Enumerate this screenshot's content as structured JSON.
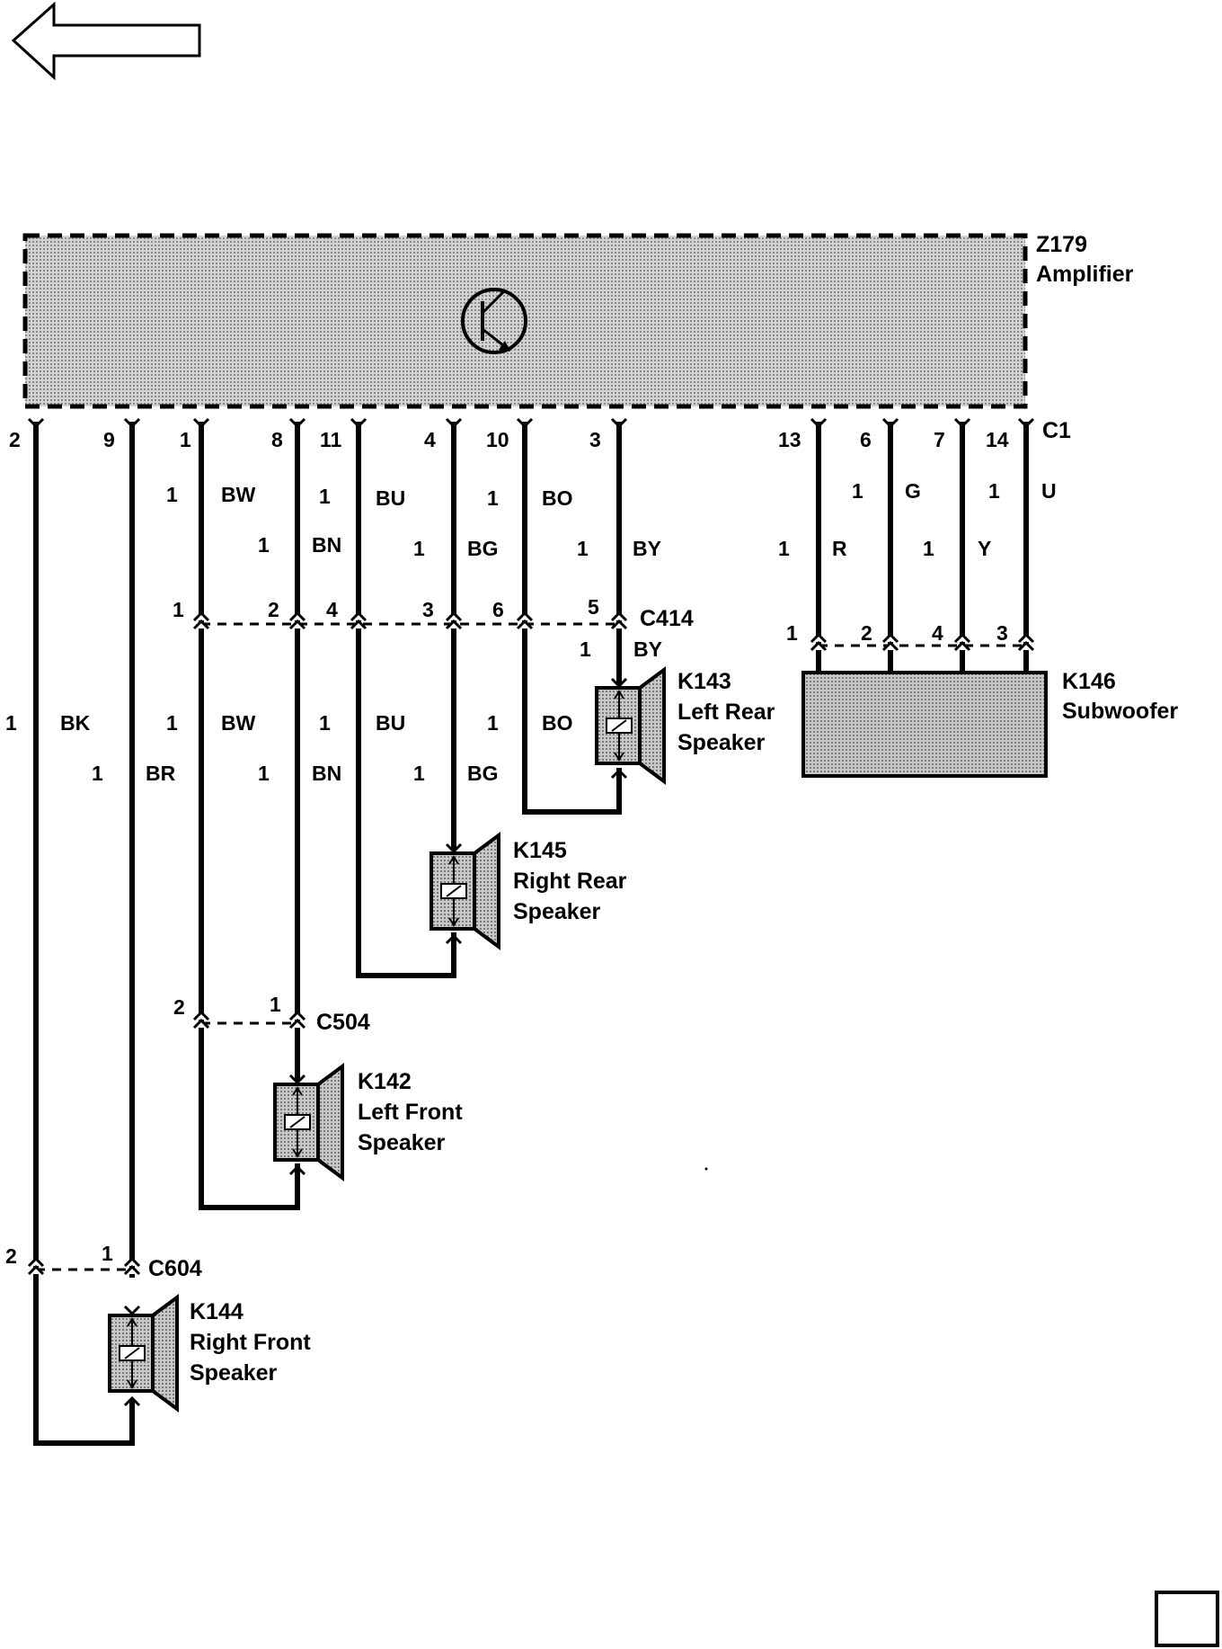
{
  "amplifier": {
    "id": "Z179",
    "name": "Amplifier",
    "connector": "C1"
  },
  "pins": {
    "p2": "2",
    "p9": "9",
    "p1": "1",
    "p8": "8",
    "p11": "11",
    "p4": "4",
    "p10": "10",
    "p3": "3",
    "p13": "13",
    "p6": "6",
    "p7": "7",
    "p14": "14"
  },
  "wires_upper": {
    "bw_size": "1",
    "bw": "BW",
    "bn_size": "1",
    "bn": "BN",
    "bu_size": "1",
    "bu": "BU",
    "bg_size": "1",
    "bg": "BG",
    "bo_size": "1",
    "bo": "BO",
    "by_size": "1",
    "by": "BY",
    "r_size": "1",
    "r": "R",
    "g_size": "1",
    "g": "G",
    "y_size": "1",
    "y": "Y",
    "u_size": "1",
    "u": "U"
  },
  "connector_c414": {
    "id": "C414",
    "pins": [
      "1",
      "2",
      "4",
      "3",
      "6",
      "5"
    ],
    "by_size": "1",
    "by": "BY"
  },
  "subwoofer_connector": {
    "pins": [
      "1",
      "2",
      "4",
      "3"
    ]
  },
  "subwoofer": {
    "id": "K146",
    "name": "Subwoofer"
  },
  "wires_lower": {
    "bk_size": "1",
    "bk": "BK",
    "br_size": "1",
    "br": "BR",
    "bw_size": "1",
    "bw": "BW",
    "bn_size": "1",
    "bn": "BN",
    "bu_size": "1",
    "bu": "BU",
    "bg_size": "1",
    "bg": "BG",
    "bo_size": "1",
    "bo": "BO"
  },
  "speakers": {
    "left_rear": {
      "id": "K143",
      "line1": "Left Rear",
      "line2": "Speaker"
    },
    "right_rear": {
      "id": "K145",
      "line1": "Right Rear",
      "line2": "Speaker"
    },
    "left_front": {
      "id": "K142",
      "line1": "Left Front",
      "line2": "Speaker"
    },
    "right_front": {
      "id": "K144",
      "line1": "Right Front",
      "line2": "Speaker"
    }
  },
  "connector_c504": {
    "id": "C504",
    "pin_a": "2",
    "pin_b": "1"
  },
  "connector_c604": {
    "id": "C604",
    "pin_a": "2",
    "pin_b": "1"
  },
  "colors": {
    "ink": "#000000",
    "shade": "#bdbdbd",
    "paper": "#ffffff"
  }
}
